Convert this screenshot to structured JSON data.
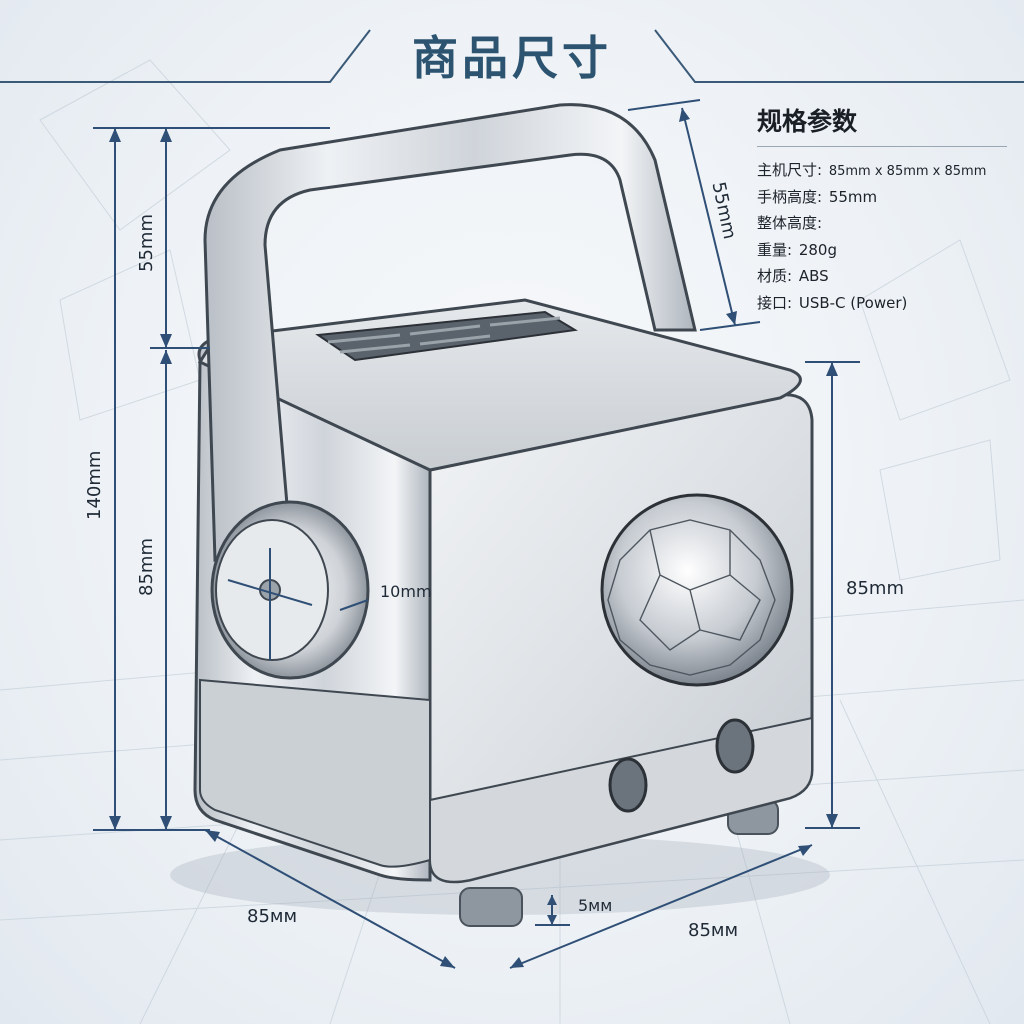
{
  "title": "商品尺寸",
  "specs": {
    "heading": "规格参数",
    "rows": [
      {
        "label": "主机尺寸:",
        "value": "85mm x 85mm x 85mm"
      },
      {
        "label": "手柄高度:",
        "value": "55mm"
      },
      {
        "label": "整体高度:",
        "value": ""
      },
      {
        "label": "重量:",
        "value": "280g"
      },
      {
        "label": "材质:",
        "value": "ABS"
      },
      {
        "label": "接口:",
        "value": "USB-C (Power)"
      }
    ]
  },
  "dimensions": {
    "handle_height_left": "55mm",
    "total_height": "140mm",
    "body_height_left": "85mm",
    "knob_depth": "10mm",
    "handle_height_right": "55mm",
    "body_height_right": "85mm",
    "base_width_left": "85мм",
    "foot_height": "5мм",
    "base_width_right": "85мм"
  },
  "colors": {
    "title": "#2c5470",
    "dimension_line": "#2f4f76",
    "body_metal": "#c9ced4",
    "background": "#eef2f6"
  }
}
